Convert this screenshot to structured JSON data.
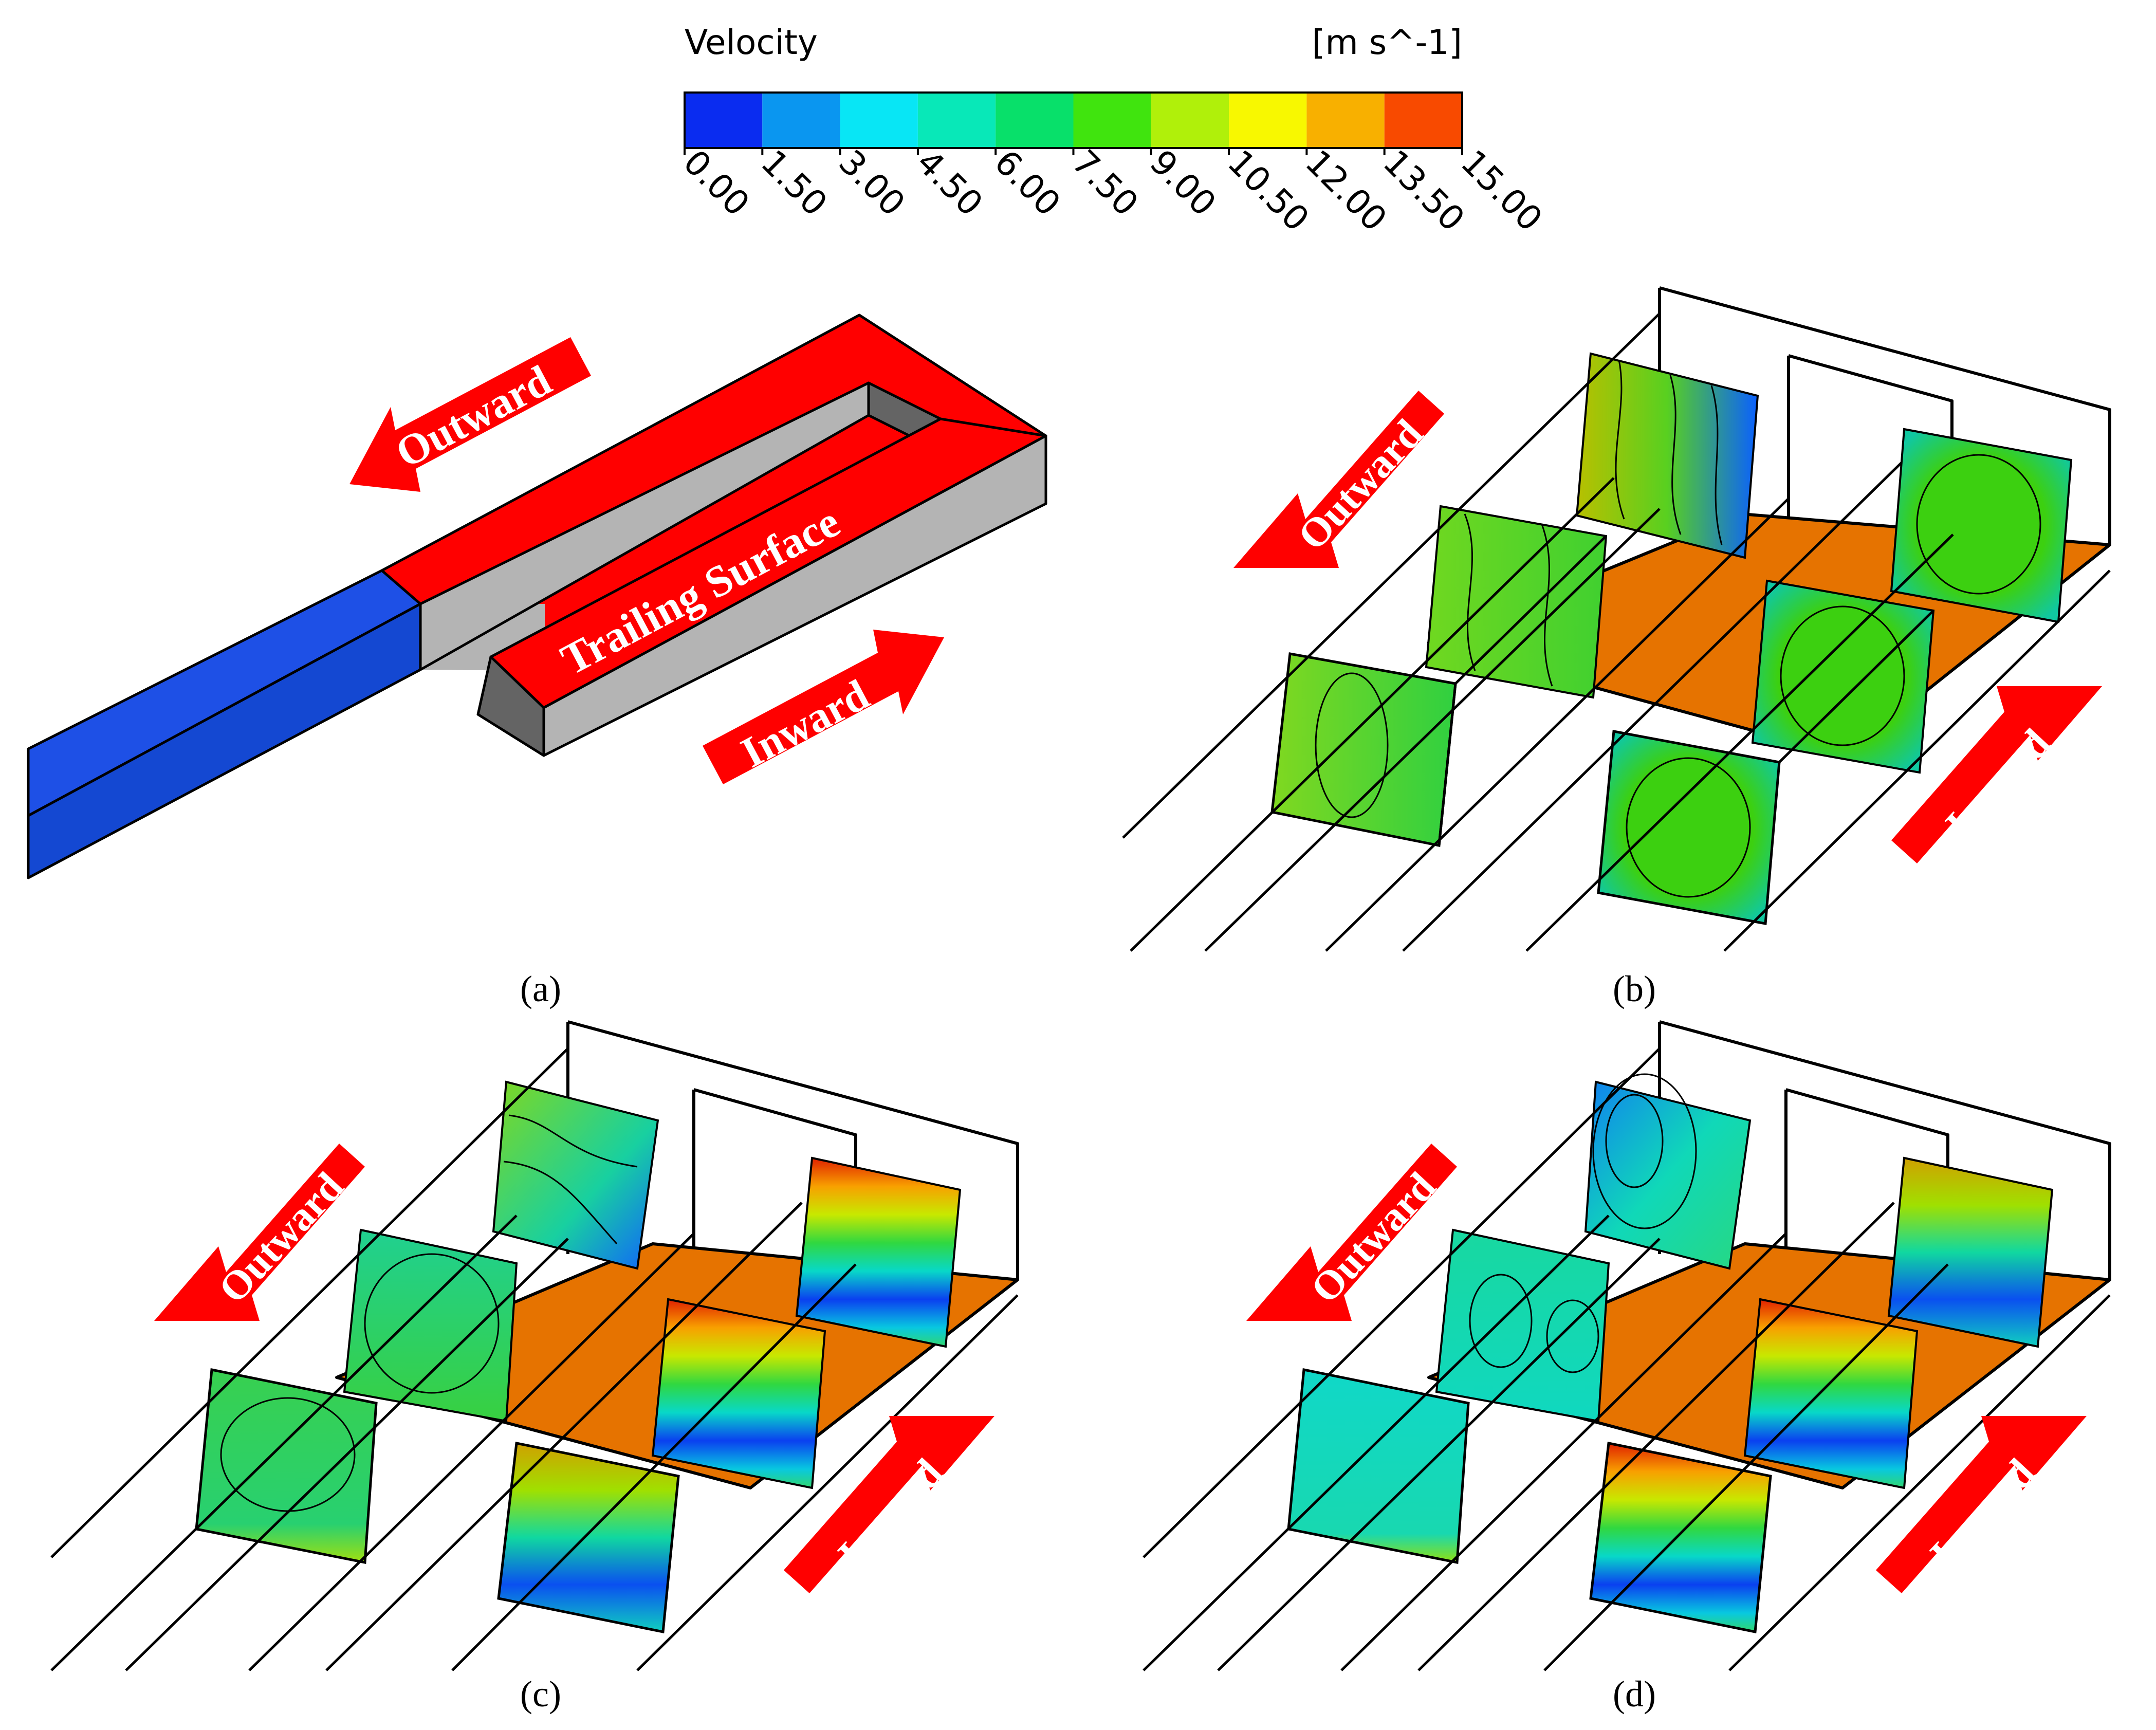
{
  "legend": {
    "title": "Velocity",
    "unit": "[m s^-1]",
    "ticks": [
      "0.00",
      "1.50",
      "3.00",
      "4.50",
      "6.00",
      "7.50",
      "9.00",
      "10.50",
      "12.00",
      "13.50",
      "15.00"
    ],
    "colors": [
      "#0a2cf0",
      "#0a96f0",
      "#08e6f5",
      "#08e8b8",
      "#08e06a",
      "#40e40e",
      "#b0f00a",
      "#f8f800",
      "#f8b000",
      "#f84a00"
    ]
  },
  "panel_a": {
    "outward": "Outward",
    "inward": "Inward",
    "surface": "Trailing Surface"
  },
  "panel_b": {
    "outward": "Outward",
    "inward": "Inward"
  },
  "panel_c": {
    "outward": "Outward",
    "inward": "Inward"
  },
  "panel_d": {
    "outward": "Outward",
    "inward": "Inward"
  },
  "captions": {
    "a": "(a)",
    "b": "(b)",
    "c": "(c)",
    "d": "(d)"
  },
  "colors": {
    "red": "#ff0000",
    "blue": "#1e50e6",
    "gray": "#b4b4b4",
    "darkgray": "#646464",
    "orange": "#e67300",
    "black": "#000000"
  }
}
